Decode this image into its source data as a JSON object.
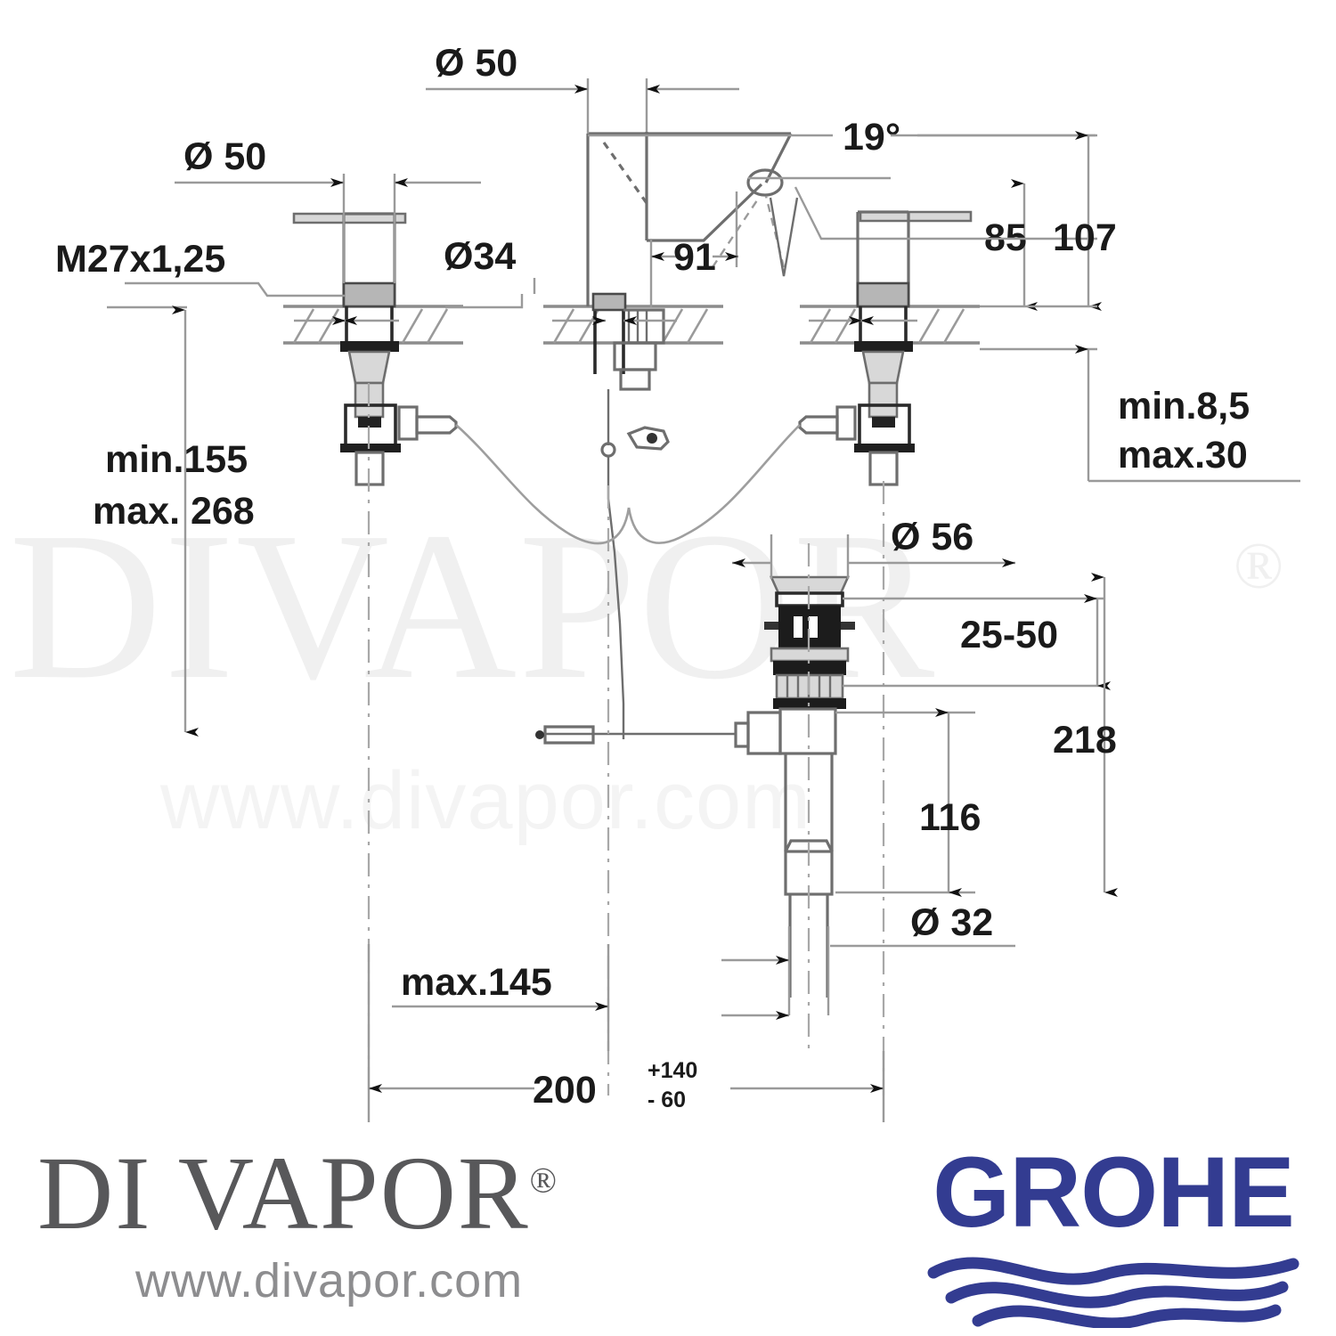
{
  "document": {
    "type": "technical-dimension-drawing",
    "subject": "GROHE 3-hole basin mixer with pop-up waste — dimension diagram",
    "units": "mm"
  },
  "watermark": {
    "main": "DIVAPOR",
    "registered": "®",
    "url": "www.divapor.com"
  },
  "dimensions": {
    "dia50_left": "Ø 50",
    "dia50_center": "Ø 50",
    "dia34": "Ø34",
    "thread": "M27x1,25",
    "angle19": "19°",
    "spout_reach_91": "91",
    "height_85": "85",
    "height_107": "107",
    "stud_min": "min.155",
    "stud_max": "max. 268",
    "deck_min": "min.8,5",
    "deck_max": "max.30",
    "dia56": "Ø 56",
    "range_25_50": "25-50",
    "height_116": "116",
    "height_218": "218",
    "dia32": "Ø 32",
    "rod_max_145": "max.145",
    "spread_200": "200",
    "spread_tol_plus": "+140",
    "spread_tol_minus": "- 60"
  },
  "branding": {
    "divapor_name": "DI VAPOR",
    "divapor_reg": "®",
    "divapor_url": "www.divapor.com",
    "grohe_name": "GROHE",
    "grohe_color": "#333C91"
  }
}
